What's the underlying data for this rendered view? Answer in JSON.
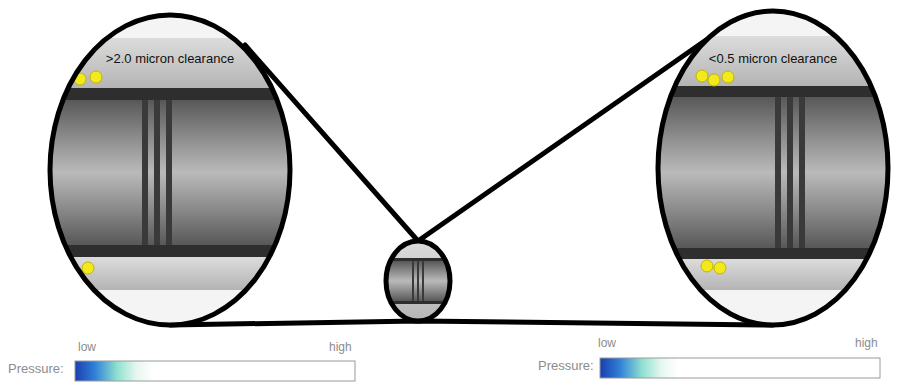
{
  "diagram": {
    "nodes": [
      {
        "text": [
          ">2.0 micron clearance"
        ]
      },
      {
        "text": [
          "<0.5 micron clearance"
        ]
      }
    ],
    "labels": [
      "Pressure:",
      "low",
      "high",
      "Pressure:",
      "low",
      "high"
    ]
  }
}
